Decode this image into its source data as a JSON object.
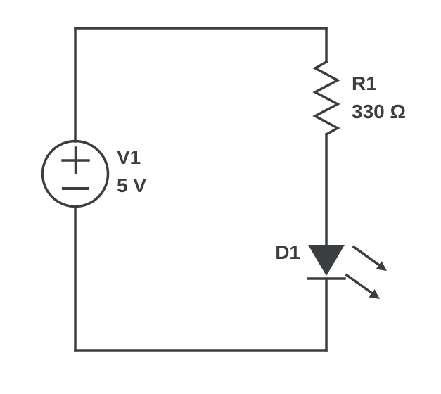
{
  "background": "#ffffff",
  "stroke_color": "#3a3e41",
  "components": {
    "voltage_source": {
      "ref": "V1",
      "value": "5 V"
    },
    "resistor": {
      "ref": "R1",
      "value": "330 Ω"
    },
    "led": {
      "ref": "D1"
    }
  }
}
